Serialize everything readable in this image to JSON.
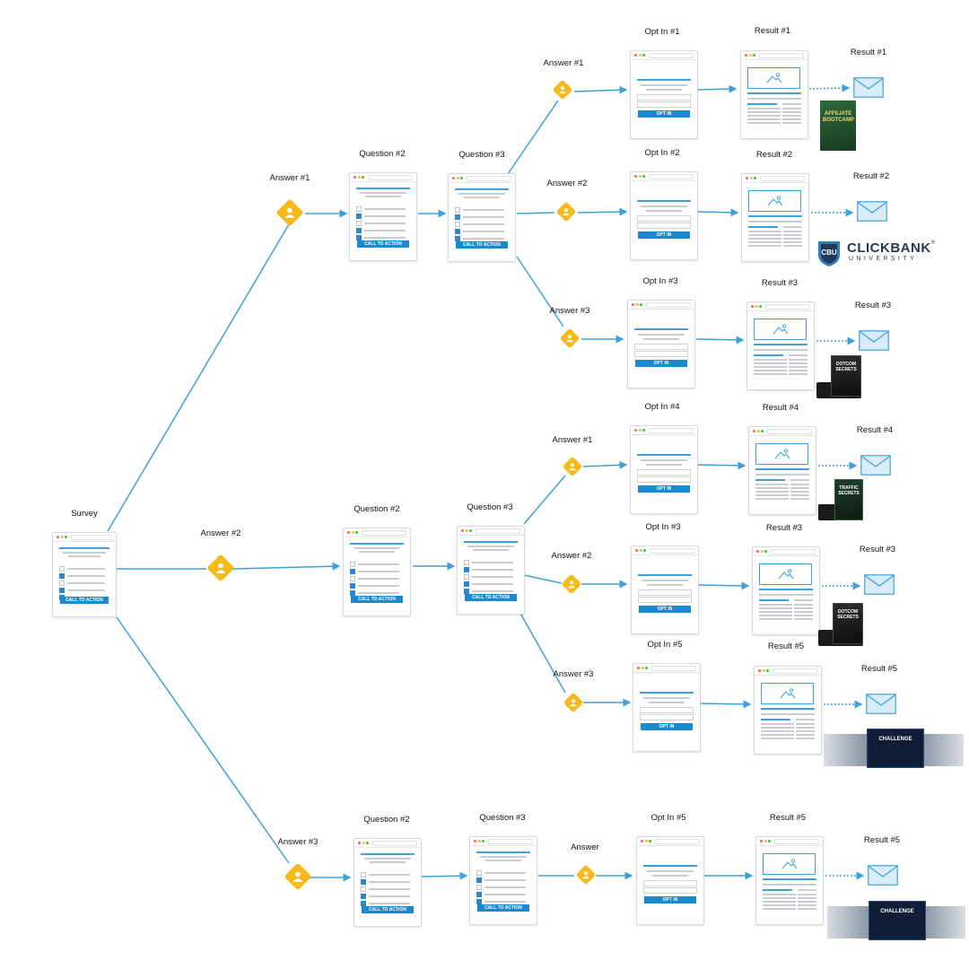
{
  "labels": {
    "survey": "Survey",
    "answer_1": "Answer #1",
    "answer_2": "Answer #2",
    "answer_3": "Answer #3",
    "answer": "Answer",
    "question_2": "Question #2",
    "question_3": "Question #3",
    "opt_in_1": "Opt In #1",
    "opt_in_2": "Opt In #2",
    "opt_in_3": "Opt In #3",
    "opt_in_4": "Opt In #4",
    "opt_in_5": "Opt In #5",
    "result_1": "Result #1",
    "result_2": "Result #2",
    "result_3": "Result #3",
    "result_4": "Result #4",
    "result_5": "Result #5"
  },
  "buttons": {
    "cta": "CALL TO ACTION",
    "opt_in": "OPT IN"
  },
  "products": {
    "affiliate_bootcamp": "AFFILIATE BOOTCAMP",
    "dotcom": "DOTCOM SECRETS",
    "traffic": "TRAFFIC SECRETS",
    "challenge": "CHALLENGE"
  },
  "brand": {
    "logo_initials": "CBU",
    "name": "CLICKBANK",
    "trademark": "®",
    "subtitle": "UNIVERSITY"
  },
  "colors": {
    "connector": "#3ea1db",
    "answer_node": "#f5b919",
    "cta_button": "#1a8ad0",
    "brand_navy": "#1f3b5c",
    "brand_blue": "#2a7fc1"
  },
  "icons": {
    "answer_node": "person-icon",
    "email": "envelope-icon",
    "window_controls": "traffic-light-dots"
  }
}
